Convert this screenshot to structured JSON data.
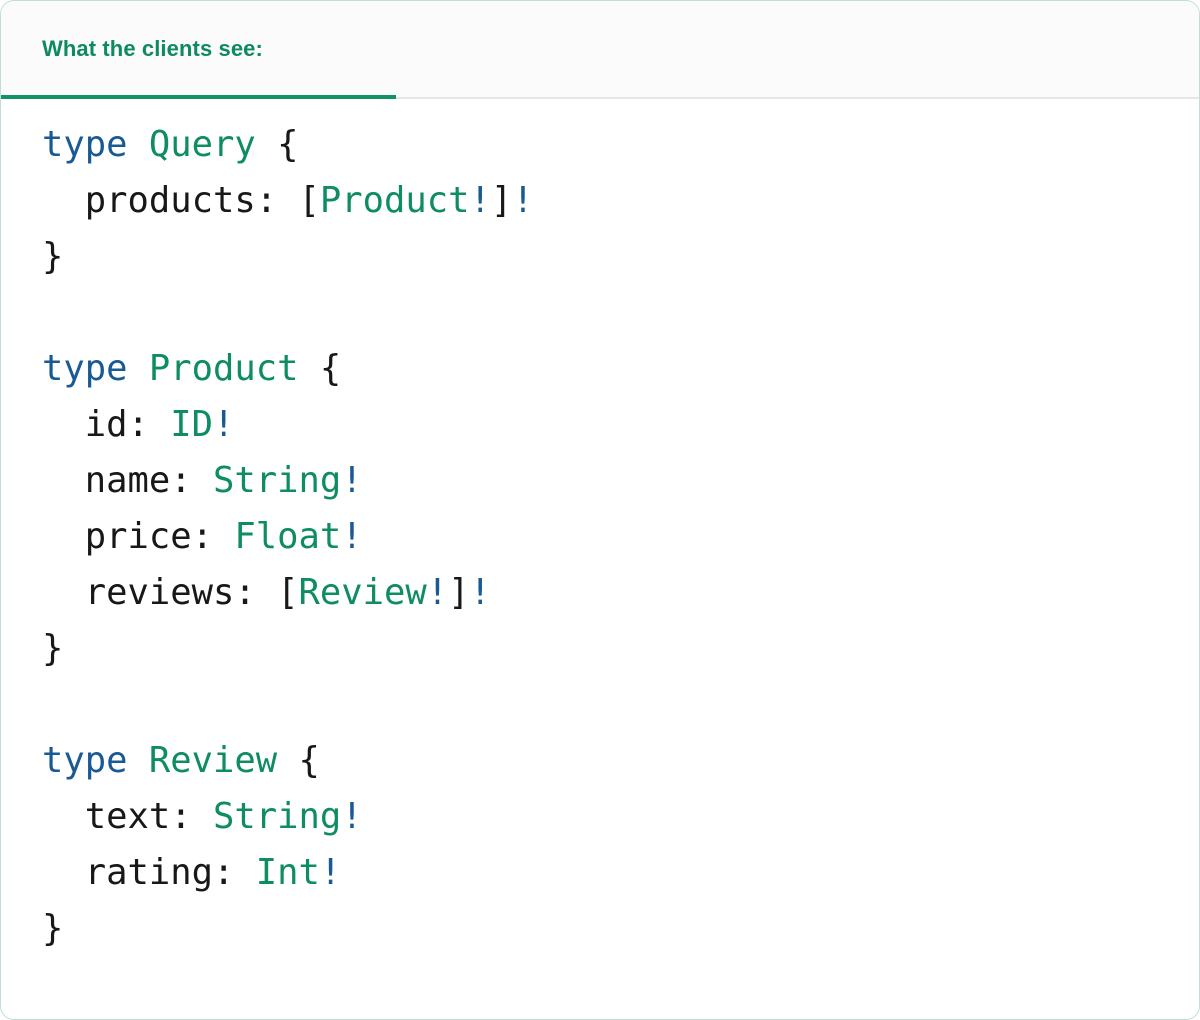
{
  "panel": {
    "title": "What the clients see:",
    "accent_color": "#12926a",
    "title_color": "#0d8a62",
    "header_bg": "#fbfbfb",
    "body_bg": "#ffffff",
    "border_color": "#bfe0d0",
    "divider_color": "#e6e6e6"
  },
  "syntax_colors": {
    "keyword": "#1a5a94",
    "type_name": "#0e8c64",
    "punctuation": "#17181a",
    "field_name": "#17181a",
    "non_null_bang": "#1a5a94"
  },
  "code": {
    "language": "graphql",
    "lines": [
      {
        "id": "l1",
        "tokens": [
          {
            "t": "type",
            "c": "kw"
          },
          {
            "t": " ",
            "c": "punct"
          },
          {
            "t": "Query",
            "c": "type"
          },
          {
            "t": " ",
            "c": "punct"
          },
          {
            "t": "{",
            "c": "punct"
          }
        ]
      },
      {
        "id": "l2",
        "tokens": [
          {
            "t": "  products:",
            "c": "field"
          },
          {
            "t": " ",
            "c": "punct"
          },
          {
            "t": "[",
            "c": "punct"
          },
          {
            "t": "Product",
            "c": "type"
          },
          {
            "t": "!",
            "c": "bang"
          },
          {
            "t": "]",
            "c": "punct"
          },
          {
            "t": "!",
            "c": "bang"
          }
        ]
      },
      {
        "id": "l3",
        "tokens": [
          {
            "t": "}",
            "c": "punct"
          }
        ]
      },
      {
        "id": "l4",
        "tokens": []
      },
      {
        "id": "l5",
        "tokens": [
          {
            "t": "type",
            "c": "kw"
          },
          {
            "t": " ",
            "c": "punct"
          },
          {
            "t": "Product",
            "c": "type"
          },
          {
            "t": " ",
            "c": "punct"
          },
          {
            "t": "{",
            "c": "punct"
          }
        ]
      },
      {
        "id": "l6",
        "tokens": [
          {
            "t": "  id:",
            "c": "field"
          },
          {
            "t": " ",
            "c": "punct"
          },
          {
            "t": "ID",
            "c": "type"
          },
          {
            "t": "!",
            "c": "bang"
          }
        ]
      },
      {
        "id": "l7",
        "tokens": [
          {
            "t": "  name:",
            "c": "field"
          },
          {
            "t": " ",
            "c": "punct"
          },
          {
            "t": "String",
            "c": "type"
          },
          {
            "t": "!",
            "c": "bang"
          }
        ]
      },
      {
        "id": "l8",
        "tokens": [
          {
            "t": "  price:",
            "c": "field"
          },
          {
            "t": " ",
            "c": "punct"
          },
          {
            "t": "Float",
            "c": "type"
          },
          {
            "t": "!",
            "c": "bang"
          }
        ]
      },
      {
        "id": "l9",
        "tokens": [
          {
            "t": "  reviews:",
            "c": "field"
          },
          {
            "t": " ",
            "c": "punct"
          },
          {
            "t": "[",
            "c": "punct"
          },
          {
            "t": "Review",
            "c": "type"
          },
          {
            "t": "!",
            "c": "bang"
          },
          {
            "t": "]",
            "c": "punct"
          },
          {
            "t": "!",
            "c": "bang"
          }
        ]
      },
      {
        "id": "l10",
        "tokens": [
          {
            "t": "}",
            "c": "punct"
          }
        ]
      },
      {
        "id": "l11",
        "tokens": []
      },
      {
        "id": "l12",
        "tokens": [
          {
            "t": "type",
            "c": "kw"
          },
          {
            "t": " ",
            "c": "punct"
          },
          {
            "t": "Review",
            "c": "type"
          },
          {
            "t": " ",
            "c": "punct"
          },
          {
            "t": "{",
            "c": "punct"
          }
        ]
      },
      {
        "id": "l13",
        "tokens": [
          {
            "t": "  text:",
            "c": "field"
          },
          {
            "t": " ",
            "c": "punct"
          },
          {
            "t": "String",
            "c": "type"
          },
          {
            "t": "!",
            "c": "bang"
          }
        ]
      },
      {
        "id": "l14",
        "tokens": [
          {
            "t": "  rating:",
            "c": "field"
          },
          {
            "t": " ",
            "c": "punct"
          },
          {
            "t": "Int",
            "c": "type"
          },
          {
            "t": "!",
            "c": "bang"
          }
        ]
      },
      {
        "id": "l15",
        "tokens": [
          {
            "t": "}",
            "c": "punct"
          }
        ]
      }
    ]
  }
}
